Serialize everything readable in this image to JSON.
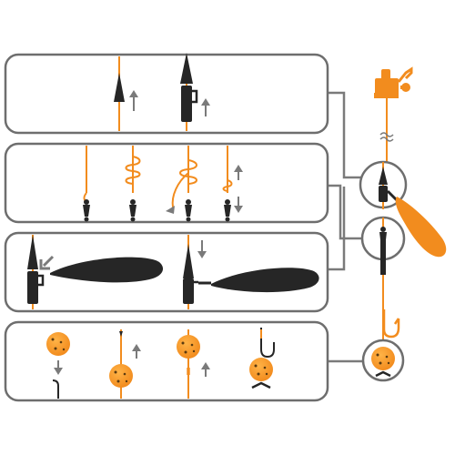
{
  "colors": {
    "orange": "#F28C1E",
    "dark": "#262626",
    "frame": "#6E6E6E",
    "connector": "#7A7A7A",
    "boilie_dots": "#5a3a10",
    "background": "#FFFFFF"
  },
  "diagram": {
    "panels": [
      {
        "id": "step-1",
        "content": "tubing-and-sleeve-slid-onto-line"
      },
      {
        "id": "step-2",
        "content": "knot-tied-to-swivel"
      },
      {
        "id": "step-3",
        "content": "lead-attached-to-clip"
      },
      {
        "id": "step-4",
        "content": "boilie-threaded-onto-hook-link"
      }
    ],
    "assembled_rig": {
      "icons": [
        "reel-icon",
        "line-break-icon",
        "lead-clip-magnifier",
        "swivel-magnifier",
        "boilie-magnifier",
        "hook-icon",
        "lead-weight-icon"
      ]
    }
  }
}
